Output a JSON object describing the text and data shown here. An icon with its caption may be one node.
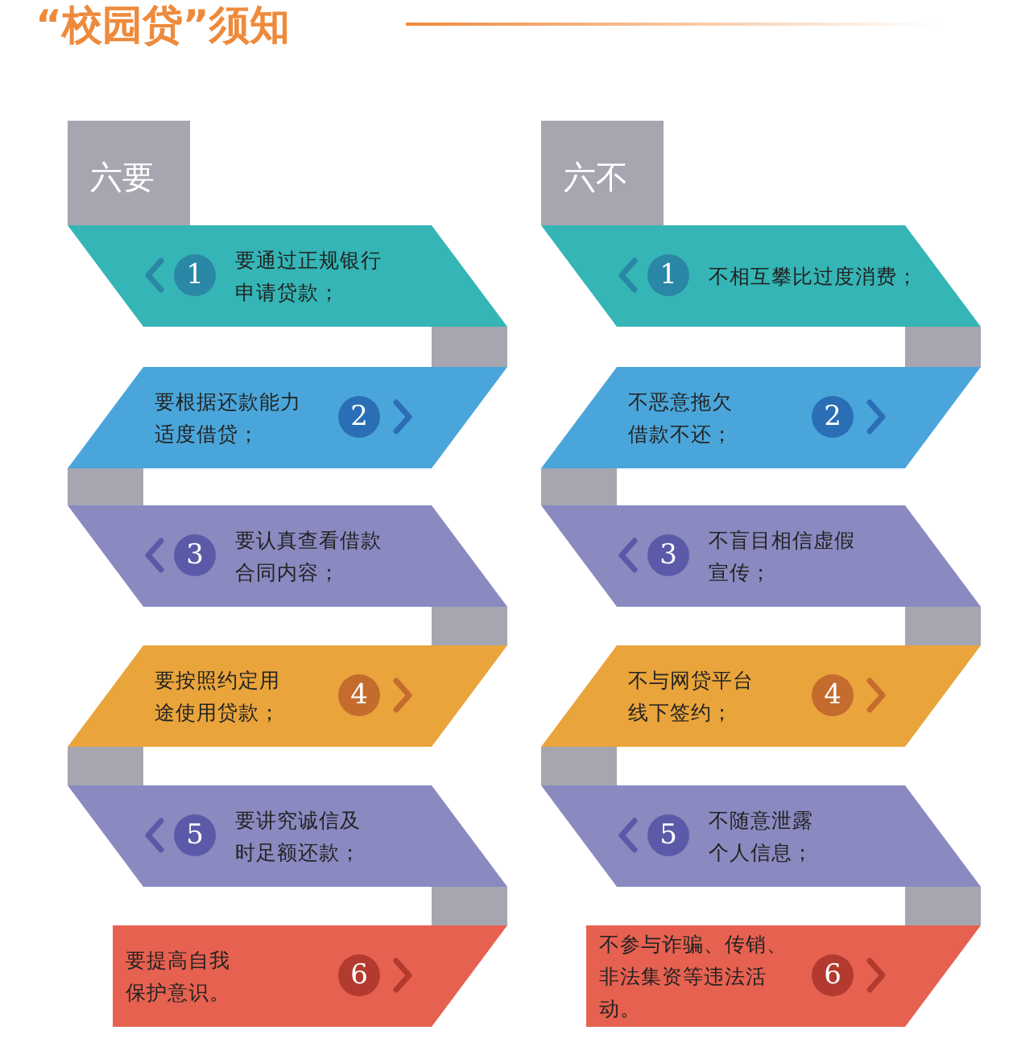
{
  "diagram": {
    "title": "“校园贷”须知",
    "nodes": [
      {
        "text": [
          "六要"
        ]
      },
      {
        "text": [
          "1",
          "要通过正规银行申请贷款；"
        ]
      },
      {
        "text": [
          "要根据还款能力适度借贷；",
          "2"
        ]
      },
      {
        "text": [
          "3",
          "要认真查看借款合同内容；"
        ]
      },
      {
        "text": [
          "要按照约定用途使用贷款；",
          "4"
        ]
      },
      {
        "text": [
          "5",
          "要讲究诚信及时足额还款；"
        ]
      },
      {
        "text": [
          "要提高自我保护意识。",
          "6"
        ]
      },
      {
        "text": [
          "六不"
        ]
      },
      {
        "text": [
          "1",
          "不相互攀比过度消费；"
        ]
      },
      {
        "text": [
          "不恶意拖欠借款不还；",
          "2"
        ]
      },
      {
        "text": [
          "3",
          "不盲目相信虚假宣传；"
        ]
      },
      {
        "text": [
          "不与网贷平台线下签约；",
          "4"
        ]
      },
      {
        "text": [
          "5",
          "不随意泄露个人信息；"
        ]
      },
      {
        "text": [
          "不参与诈骗、传销、非法集资等违法活动。",
          "6"
        ]
      }
    ]
  }
}
